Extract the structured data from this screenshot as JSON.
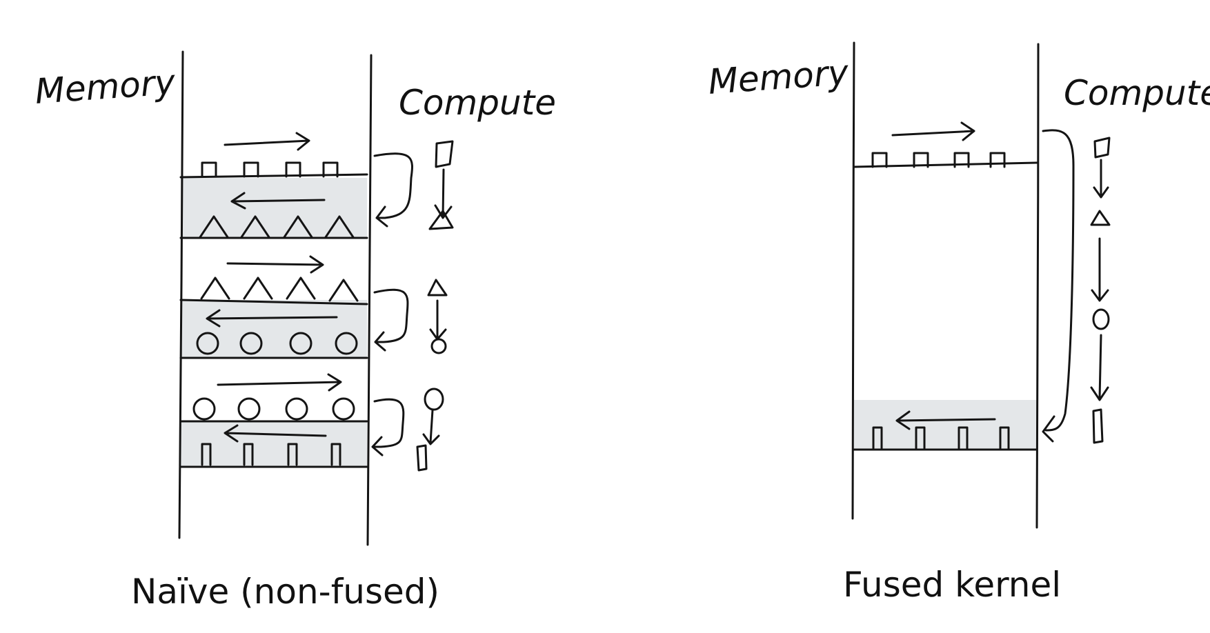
{
  "panels": [
    {
      "id": "naive",
      "memory_label": "Memory",
      "compute_label": "Compute",
      "caption": "Naïve (non-fused)"
    },
    {
      "id": "fused",
      "memory_label": "Memory",
      "compute_label": "Compute",
      "caption": "Fused kernel"
    }
  ],
  "colors": {
    "ink": "#141414",
    "band": "#e4e7e9",
    "background": "#ffffff"
  }
}
